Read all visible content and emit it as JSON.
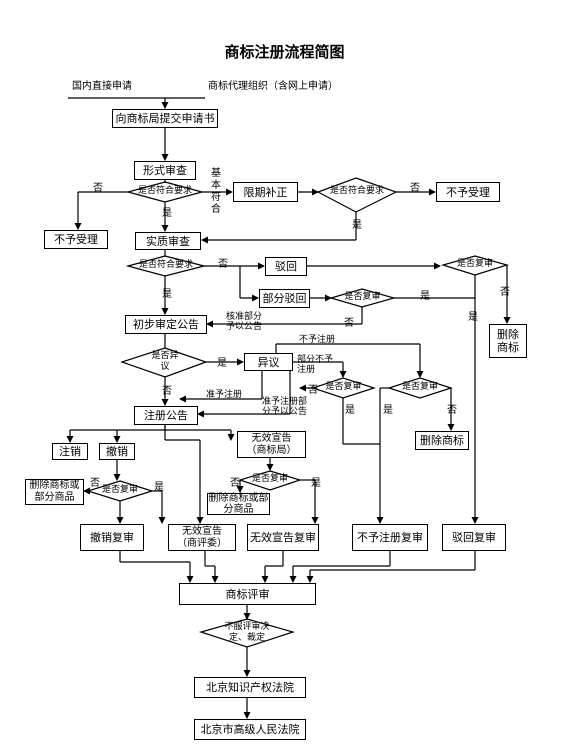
{
  "title": "商标注册流程简图",
  "sources": {
    "direct": "国内直接申请",
    "agent": "商标代理组织（含网上申请）"
  },
  "boxes": {
    "submit": "向商标局提交申请书",
    "formal_review": "形式审查",
    "correct": "限期补正",
    "not_accepted_right": "不予受理",
    "not_accepted_left": "不予受理",
    "substantive_review": "实质审查",
    "reject": "驳回",
    "partial_reject": "部分驳回",
    "delete_right": "删除商标",
    "preliminary": "初步审定公告",
    "opposition": "异议",
    "registration": "注册公告",
    "cancel_reg": "注销",
    "revoke": "撤销",
    "invalid_office": "无效宣告（商标局）",
    "delete_partial_left": "删除商标或部分商品",
    "delete_partial_mid": "删除商标或部分商品",
    "delete_mark": "删除商标",
    "revoke_review": "撤销复审",
    "invalid_board": "无效宣告（商评委）",
    "invalid_review": "无效宣告复审",
    "refuse_reg_review": "不予注册复审",
    "reject_review": "驳回复审",
    "board": "商标评审",
    "ip_court": "北京知识产权法院",
    "high_court": "北京市高级人民法院"
  },
  "decisions": {
    "meets_1": "是否符合要求",
    "meets_2": "是否符合要求",
    "meets_3": "是否符合要求",
    "review_1": "是否复审",
    "review_2": "是否复审",
    "opposition_q": "是否异议",
    "review_left": "是否复审",
    "review_mid": "是否复审",
    "review_opp": "是否复审",
    "review_nonreg": "是否复审",
    "disagree": "不服评审决定、裁定"
  },
  "labels": {
    "no": "否",
    "yes": "是",
    "basic_meet": "基本符合",
    "approve_partial": "核准部分予以公告",
    "not_register": "不予注册",
    "partial_not_register": "部分不予注册",
    "grant_register": "准予注册",
    "grant_register_partial": "准予注册部分予以公告"
  }
}
